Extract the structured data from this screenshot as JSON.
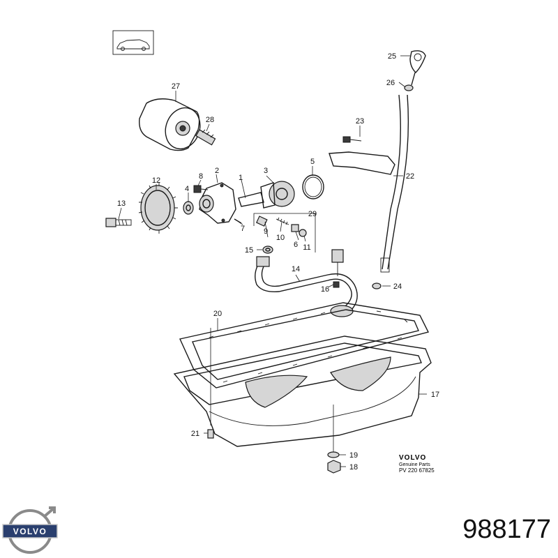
{
  "diagram": {
    "part_number": "988177",
    "genuine_block": {
      "brand": "VOLVO",
      "line1": "Genuine Parts",
      "line2": "PV 220 67825"
    },
    "logo_text": "VOLVO",
    "callouts": [
      {
        "id": "c1",
        "label": "1"
      },
      {
        "id": "c2",
        "label": "2"
      },
      {
        "id": "c3",
        "label": "3"
      },
      {
        "id": "c4",
        "label": "4"
      },
      {
        "id": "c5",
        "label": "5"
      },
      {
        "id": "c6",
        "label": "6"
      },
      {
        "id": "c7",
        "label": "7"
      },
      {
        "id": "c8",
        "label": "8"
      },
      {
        "id": "c9",
        "label": "9"
      },
      {
        "id": "c10",
        "label": "10"
      },
      {
        "id": "c11",
        "label": "11"
      },
      {
        "id": "c12",
        "label": "12"
      },
      {
        "id": "c13",
        "label": "13"
      },
      {
        "id": "c14",
        "label": "14"
      },
      {
        "id": "c15",
        "label": "15"
      },
      {
        "id": "c16",
        "label": "16"
      },
      {
        "id": "c17",
        "label": "17"
      },
      {
        "id": "c18",
        "label": "18"
      },
      {
        "id": "c19",
        "label": "19"
      },
      {
        "id": "c20",
        "label": "20"
      },
      {
        "id": "c21",
        "label": "21"
      },
      {
        "id": "c22",
        "label": "22"
      },
      {
        "id": "c23",
        "label": "23"
      },
      {
        "id": "c24",
        "label": "24"
      },
      {
        "id": "c25",
        "label": "25"
      },
      {
        "id": "c26",
        "label": "26"
      },
      {
        "id": "c27",
        "label": "27"
      },
      {
        "id": "c28",
        "label": "28"
      },
      {
        "id": "c29",
        "label": "29"
      }
    ]
  }
}
